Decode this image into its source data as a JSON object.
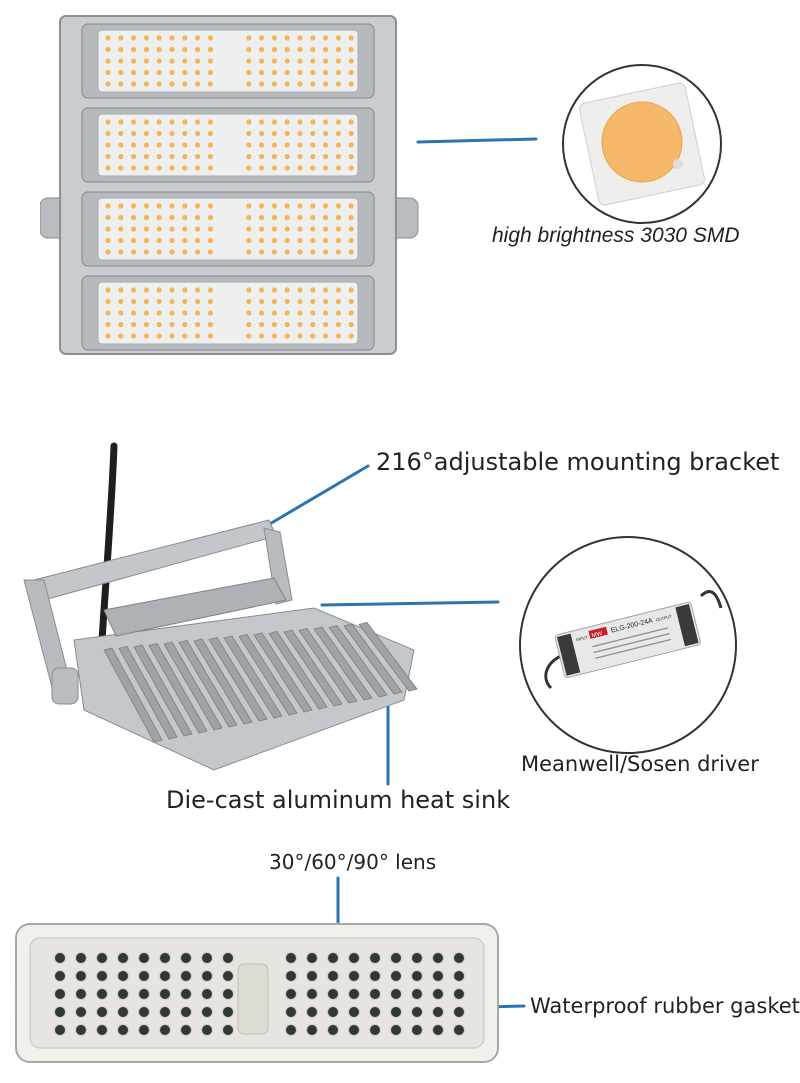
{
  "labels": {
    "smd": "high brightness 3030 SMD",
    "bracket": "216°adjustable mounting bracket",
    "driver": "Meanwell/Sosen driver",
    "heatsink": "Die-cast aluminum heat sink",
    "lens": "30°/60°/90° lens",
    "gasket": "Waterproof rubber gasket"
  },
  "driver_print": {
    "brand": "MW",
    "model": "ELG-200-24A",
    "input": "INPUT",
    "output": "OUTPUT"
  },
  "colors": {
    "leader_line": "#2a74b0",
    "housing": "#c9ccd0",
    "led_warm": "#f5b35a",
    "lens_dark": "#2f3a30"
  }
}
